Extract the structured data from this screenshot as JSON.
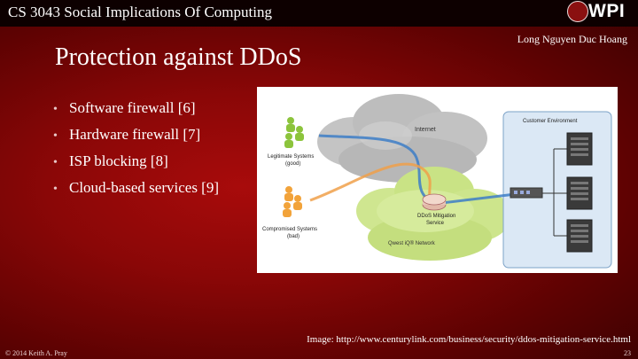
{
  "header": {
    "course_title": "CS 3043 Social Implications Of Computing",
    "logo_text": "WPI"
  },
  "author": "Long Nguyen Duc Hoang",
  "slide": {
    "title": "Protection against DDoS",
    "bullets": [
      "Software firewall [6]",
      "Hardware firewall [7]",
      "ISP blocking [8]",
      "Cloud-based services [9]"
    ]
  },
  "diagram": {
    "internet_label": "Internet",
    "customer_env_label": "Customer Environment",
    "legit_label_1": "Legitimate Systems",
    "legit_label_2": "(good)",
    "comp_label_1": "Compromised Systems",
    "comp_label_2": "(bad)",
    "mitigation_label_1": "DDoS Mitigation",
    "mitigation_label_2": "Service",
    "network_label": "Qwest iQ® Network",
    "colors": {
      "good_traffic": "#3d7ec7",
      "bad_traffic": "#f0a04a",
      "network_cloud": "#cfe690",
      "internet_cloud": "#b9b9b9",
      "customer_box": "#dbe8f5"
    }
  },
  "footer": {
    "image_credit": "Image: http://www.centurylink.com/business/security/ddos-mitigation-service.html",
    "copyright": "© 2014 Keith A. Pray",
    "page_number": "23"
  }
}
